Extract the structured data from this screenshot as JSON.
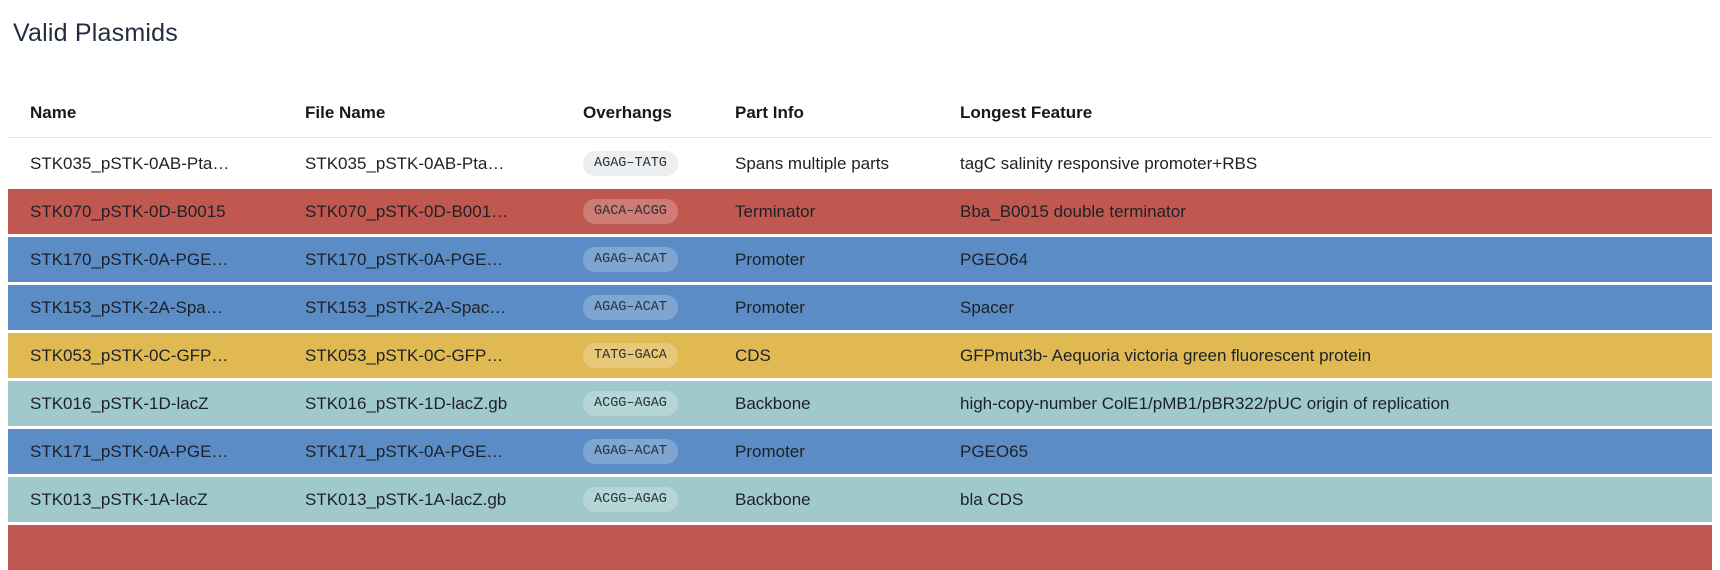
{
  "page": {
    "title": "Valid Plasmids"
  },
  "table": {
    "columns": [
      {
        "key": "name",
        "label": "Name"
      },
      {
        "key": "file_name",
        "label": "File Name"
      },
      {
        "key": "overhangs",
        "label": "Overhangs"
      },
      {
        "key": "part_info",
        "label": "Part Info"
      },
      {
        "key": "longest_feature",
        "label": "Longest Feature"
      }
    ],
    "row_colors": {
      "none": "#ffffff",
      "red": "#c1584f",
      "blue": "#5b8cc6",
      "yellow": "#e0b953",
      "teal": "#a0c9cc"
    },
    "rows": [
      {
        "name": "STK035_pSTK-0AB-Pta…",
        "file_name": "STK035_pSTK-0AB-Pta…",
        "overhangs": "AGAG–TATG",
        "part_info": "Spans multiple parts",
        "longest_feature": "tagC salinity responsive promoter+RBS",
        "color": "none"
      },
      {
        "name": "STK070_pSTK-0D-B0015",
        "file_name": "STK070_pSTK-0D-B001…",
        "overhangs": "GACA–ACGG",
        "part_info": "Terminator",
        "longest_feature": "Bba_B0015 double terminator",
        "color": "red"
      },
      {
        "name": "STK170_pSTK-0A-PGE…",
        "file_name": "STK170_pSTK-0A-PGE…",
        "overhangs": "AGAG–ACAT",
        "part_info": "Promoter",
        "longest_feature": "PGEO64",
        "color": "blue"
      },
      {
        "name": "STK153_pSTK-2A-Spa…",
        "file_name": "STK153_pSTK-2A-Spac…",
        "overhangs": "AGAG–ACAT",
        "part_info": "Promoter",
        "longest_feature": "Spacer",
        "color": "blue"
      },
      {
        "name": "STK053_pSTK-0C-GFP…",
        "file_name": "STK053_pSTK-0C-GFP…",
        "overhangs": "TATG–GACA",
        "part_info": "CDS",
        "longest_feature": "GFPmut3b- Aequoria victoria green fluorescent protein",
        "color": "yellow"
      },
      {
        "name": "STK016_pSTK-1D-lacZ",
        "file_name": "STK016_pSTK-1D-lacZ.gb",
        "overhangs": "ACGG–AGAG",
        "part_info": "Backbone",
        "longest_feature": "high-copy-number ColE1/pMB1/pBR322/pUC origin of replication",
        "color": "teal"
      },
      {
        "name": "STK171_pSTK-0A-PGE…",
        "file_name": "STK171_pSTK-0A-PGE…",
        "overhangs": "AGAG–ACAT",
        "part_info": "Promoter",
        "longest_feature": "PGEO65",
        "color": "blue"
      },
      {
        "name": "STK013_pSTK-1A-lacZ",
        "file_name": "STK013_pSTK-1A-lacZ.gb",
        "overhangs": "ACGG–AGAG",
        "part_info": "Backbone",
        "longest_feature": "bla CDS",
        "color": "teal"
      },
      {
        "name": "",
        "file_name": "",
        "overhangs": "",
        "part_info": "",
        "longest_feature": "",
        "color": "red"
      }
    ]
  }
}
